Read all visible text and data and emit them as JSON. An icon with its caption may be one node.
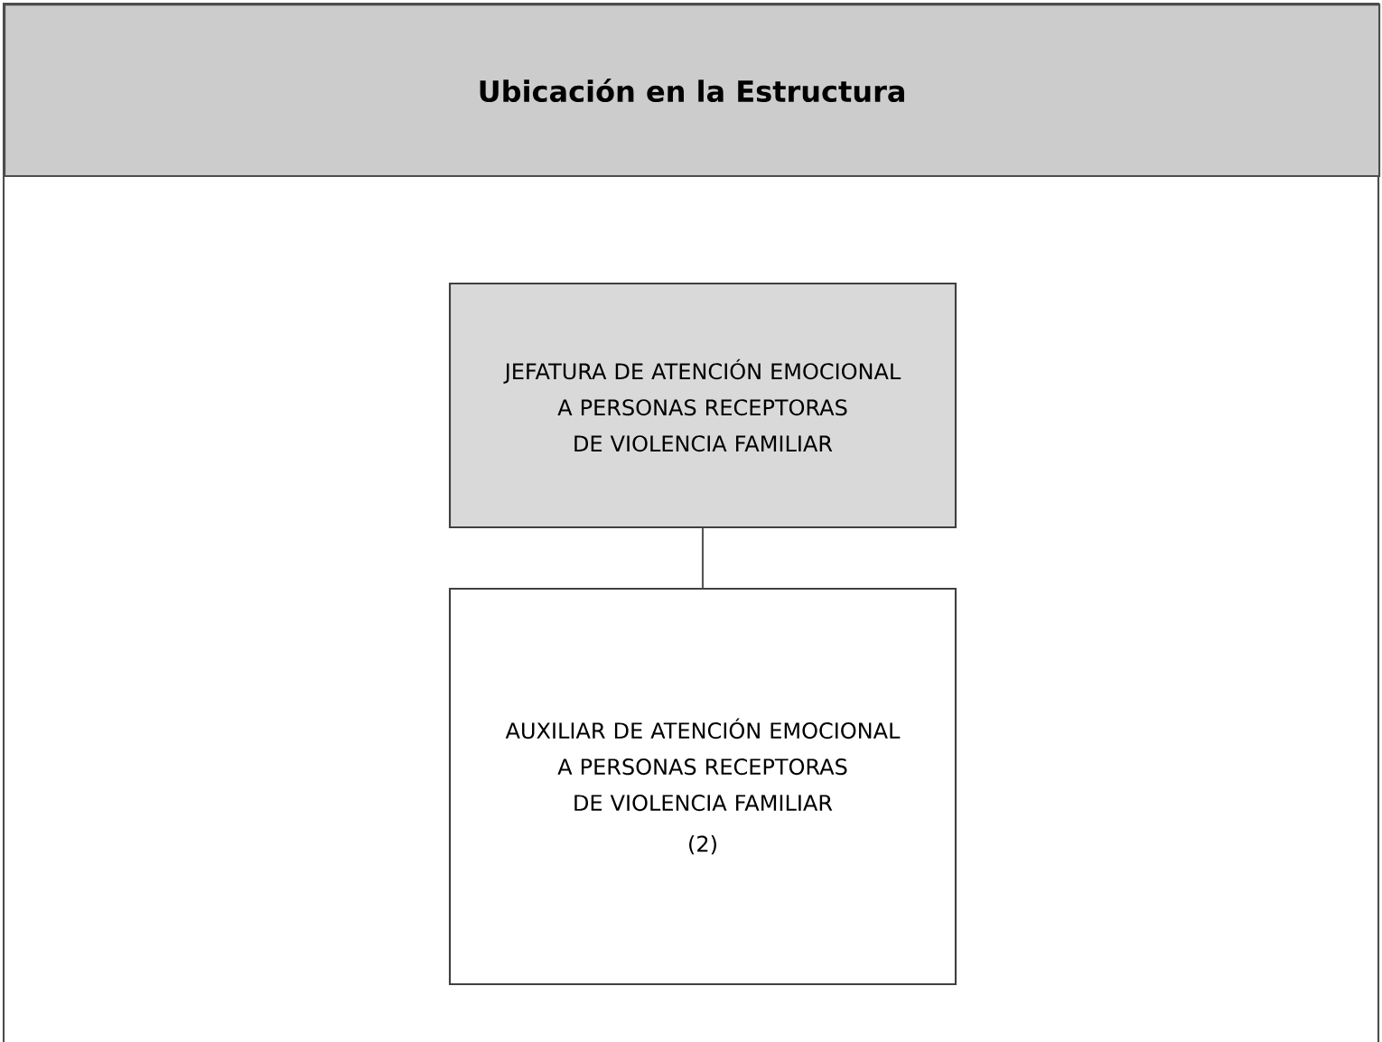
{
  "diagram": {
    "title": "Ubicación en la Estructura",
    "nodes": [
      {
        "text": [
          "JEFATURA DE ATENCIÓN EMOCIONAL A PERSONAS RECEPTORAS DE VIOLENCIA FAMILIAR"
        ]
      },
      {
        "text": [
          "AUXILIAR DE ATENCIÓN EMOCIONAL A PERSONAS RECEPTORAS DE VIOLENCIA FAMILIAR",
          "(2)"
        ]
      }
    ],
    "edges": [
      {
        "from": 0,
        "to": 1,
        "arrow": "none"
      }
    ]
  }
}
